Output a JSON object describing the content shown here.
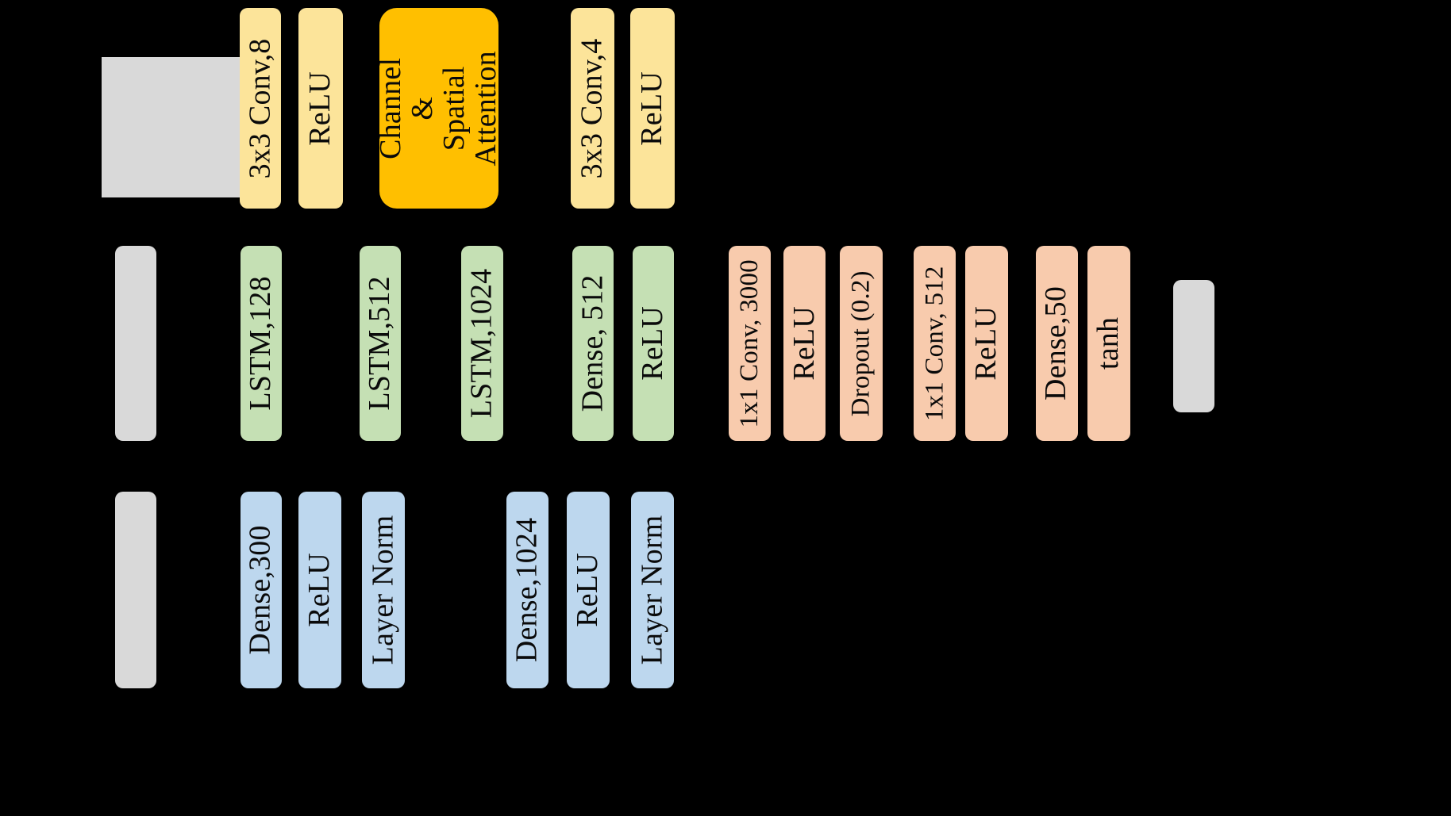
{
  "diagram": {
    "title": "Neural network architecture block diagram",
    "background_color": "#000000",
    "palette": {
      "yellow": "#FCE49A",
      "orange": "#FFBF00",
      "green": "#C5E0B4",
      "salmon": "#F8CBAD",
      "blue": "#BDD7EE",
      "gray": "#D9D9D9",
      "text": "#0A0A0A"
    }
  },
  "rows": [
    {
      "id": "row-cnn-attention",
      "color": "#FCE49A",
      "input_block": {
        "label": "",
        "color": "#D9D9D9",
        "shape": "square"
      },
      "blocks": [
        {
          "label": "3x3 Conv,8",
          "color": "#FCE49A"
        },
        {
          "label": "ReLU",
          "color": "#FCE49A"
        },
        {
          "label": "Channel &\nSpatial\nAttention",
          "lines": [
            "Channel &",
            "Spatial",
            "Attention"
          ],
          "color": "#FFBF00",
          "wide": true
        },
        {
          "label": "3x3 Conv,4",
          "color": "#FCE49A"
        },
        {
          "label": "ReLU",
          "color": "#FCE49A"
        }
      ]
    },
    {
      "id": "row-lstm-dense",
      "color": "#C5E0B4",
      "input_block": {
        "label": "",
        "color": "#D9D9D9",
        "shape": "bar"
      },
      "output_block": {
        "label": "",
        "color": "#D9D9D9",
        "shape": "bar"
      },
      "blocks": [
        {
          "label": "LSTM,128",
          "color": "#C5E0B4"
        },
        {
          "label": "LSTM,512",
          "color": "#C5E0B4"
        },
        {
          "label": "LSTM,1024",
          "color": "#C5E0B4"
        },
        {
          "label": "Dense, 512",
          "color": "#C5E0B4"
        },
        {
          "label": "ReLU",
          "color": "#C5E0B4"
        },
        {
          "label": "1x1 Conv, 3000",
          "color": "#F8CBAD"
        },
        {
          "label": "ReLU",
          "color": "#F8CBAD"
        },
        {
          "label": "Dropout (0.2)",
          "color": "#F8CBAD"
        },
        {
          "label": "1x1 Conv, 512",
          "color": "#F8CBAD"
        },
        {
          "label": "ReLU",
          "color": "#F8CBAD"
        },
        {
          "label": "Dense,50",
          "color": "#F8CBAD"
        },
        {
          "label": "tanh",
          "color": "#F8CBAD"
        }
      ]
    },
    {
      "id": "row-mlp",
      "color": "#BDD7EE",
      "input_block": {
        "label": "",
        "color": "#D9D9D9",
        "shape": "bar"
      },
      "blocks": [
        {
          "label": "Dense,300",
          "color": "#BDD7EE"
        },
        {
          "label": "ReLU",
          "color": "#BDD7EE"
        },
        {
          "label": "Layer Norm",
          "color": "#BDD7EE"
        },
        {
          "label": "Dense,1024",
          "color": "#BDD7EE"
        },
        {
          "label": "ReLU",
          "color": "#BDD7EE"
        },
        {
          "label": "Layer Norm",
          "color": "#BDD7EE"
        }
      ]
    }
  ]
}
